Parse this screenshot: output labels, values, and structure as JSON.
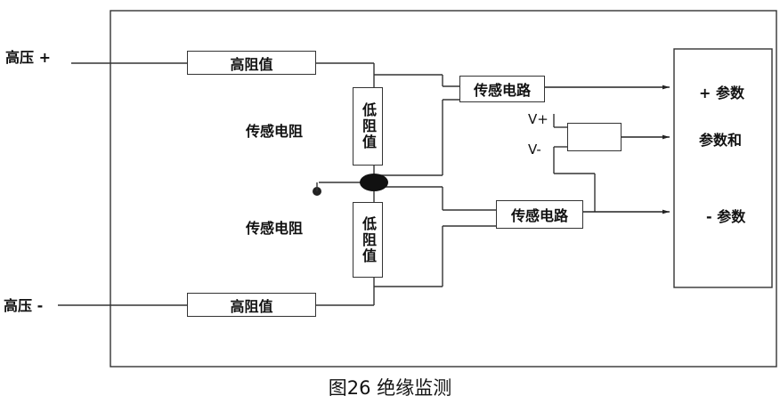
{
  "labels": {
    "hv_plus": "高压 +",
    "hv_minus": "高压 -",
    "high_r_top": "高阻值",
    "high_r_bottom": "高阻值",
    "low_r_top": "低阻值",
    "low_r_bottom": "低阻值",
    "sense_r_top": "传感电阻",
    "sense_r_bottom": "传感电阻",
    "sense_circuit_top": "传感电路",
    "sense_circuit_bottom": "传感电路",
    "v_plus": "V+",
    "v_minus": "V-",
    "param_plus": "+ 参数",
    "param_sum": "参数和",
    "param_minus": "- 参数"
  },
  "caption": "图26 绝缘监测",
  "colors": {
    "line": "#333333",
    "background": "#ffffff"
  }
}
